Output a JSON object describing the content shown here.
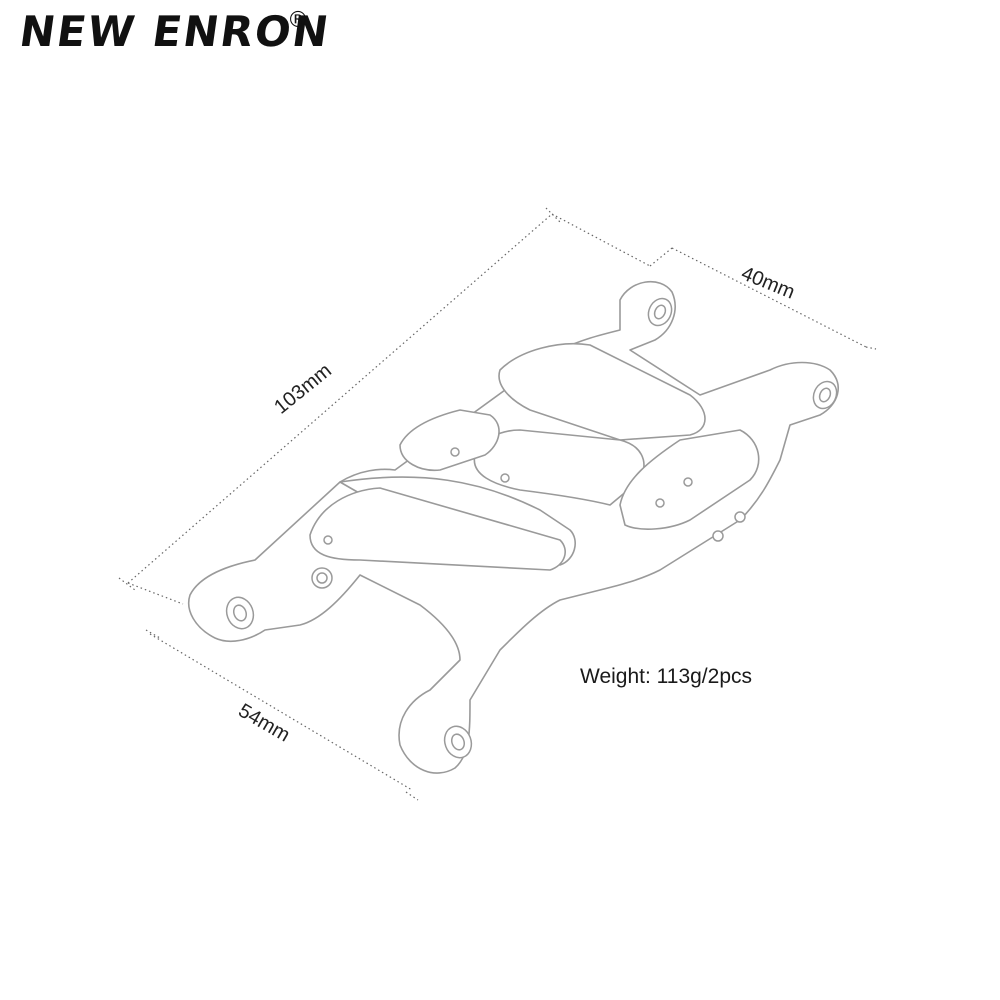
{
  "brand": {
    "name": "NEW ENRON",
    "registered_mark": "®"
  },
  "dimensions": {
    "length": "103mm",
    "width_top": "40mm",
    "width_bottom": "54mm"
  },
  "specs": {
    "weight": "Weight: 113g/2pcs"
  },
  "colors": {
    "line": "#9a9a9a",
    "dim_line": "#666666",
    "text": "#1a1a1a"
  }
}
